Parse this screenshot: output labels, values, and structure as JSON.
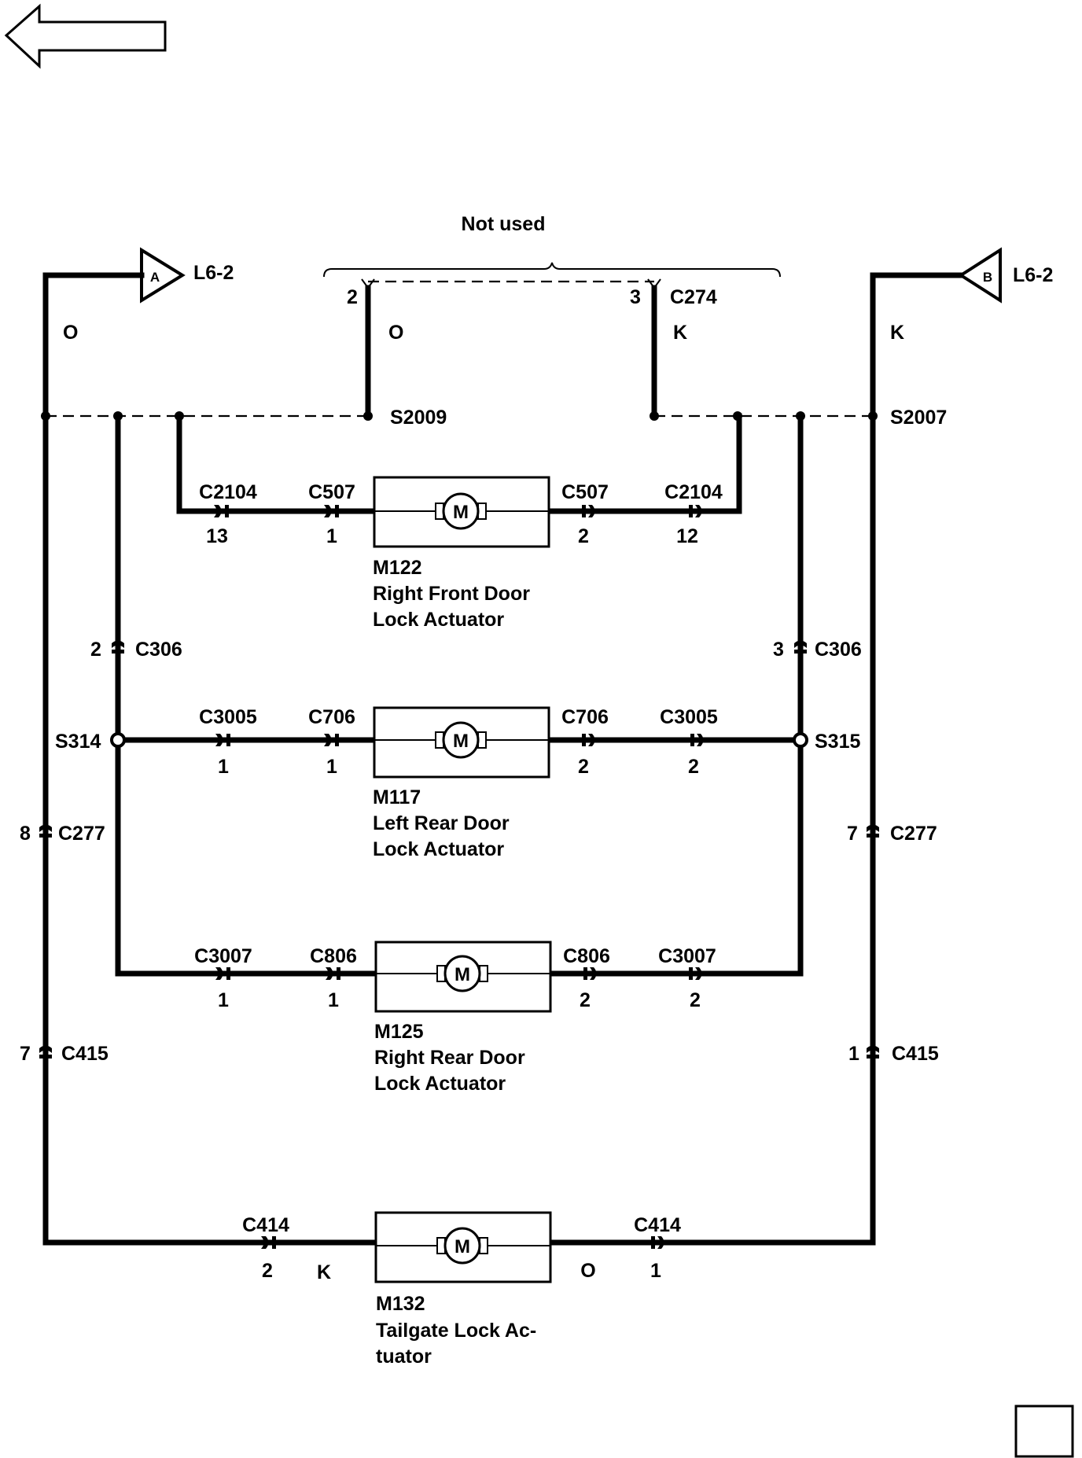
{
  "nav": {
    "back_arrow_icon": "left-arrow-icon"
  },
  "header": {
    "not_used": "Not used"
  },
  "refs": {
    "A": {
      "letter": "A",
      "label": "L6-2"
    },
    "B": {
      "letter": "B",
      "label": "L6-2"
    }
  },
  "wire_colors": {
    "left_main": "O",
    "c274_pin2": "O",
    "c274_pin3": "K",
    "right_main": "K",
    "tailgate_left": "K",
    "tailgate_right": "O"
  },
  "c274": {
    "name": "C274",
    "pin_left": "2",
    "pin_right": "3"
  },
  "splices": {
    "s2009": "S2009",
    "s2007": "S2007",
    "s314": "S314",
    "s315": "S315"
  },
  "inline_connectors": {
    "c306_left": {
      "pin": "2",
      "name": "C306"
    },
    "c306_right": {
      "pin": "3",
      "name": "C306"
    },
    "c277_left": {
      "pin": "8",
      "name": "C277"
    },
    "c277_right": {
      "pin": "7",
      "name": "C277"
    },
    "c415_left": {
      "pin": "7",
      "name": "C415"
    },
    "c415_right": {
      "pin": "1",
      "name": "C415"
    }
  },
  "actuators": [
    {
      "id": "M122",
      "name_line1": "Right Front Door",
      "name_line2": "Lock Actuator",
      "left_outer": {
        "name": "C2104",
        "pin": "13"
      },
      "left_inner": {
        "name": "C507",
        "pin": "1"
      },
      "right_inner": {
        "name": "C507",
        "pin": "2"
      },
      "right_outer": {
        "name": "C2104",
        "pin": "12"
      }
    },
    {
      "id": "M117",
      "name_line1": "Left Rear Door",
      "name_line2": "Lock Actuator",
      "left_outer": {
        "name": "C3005",
        "pin": "1"
      },
      "left_inner": {
        "name": "C706",
        "pin": "1"
      },
      "right_inner": {
        "name": "C706",
        "pin": "2"
      },
      "right_outer": {
        "name": "C3005",
        "pin": "2"
      }
    },
    {
      "id": "M125",
      "name_line1": "Right Rear Door",
      "name_line2": "Lock Actuator",
      "left_outer": {
        "name": "C3007",
        "pin": "1"
      },
      "left_inner": {
        "name": "C806",
        "pin": "1"
      },
      "right_inner": {
        "name": "C806",
        "pin": "2"
      },
      "right_outer": {
        "name": "C3007",
        "pin": "2"
      }
    },
    {
      "id": "M132",
      "name_line1": "Tailgate Lock Ac-",
      "name_line2": "tuator",
      "left": {
        "name": "C414",
        "pin": "2"
      },
      "right": {
        "name": "C414",
        "pin": "1"
      }
    }
  ],
  "motor_symbol": "M",
  "icons": {
    "back": "left-arrow-icon",
    "motor": "motor-icon",
    "page_box": "blank-square-icon"
  }
}
